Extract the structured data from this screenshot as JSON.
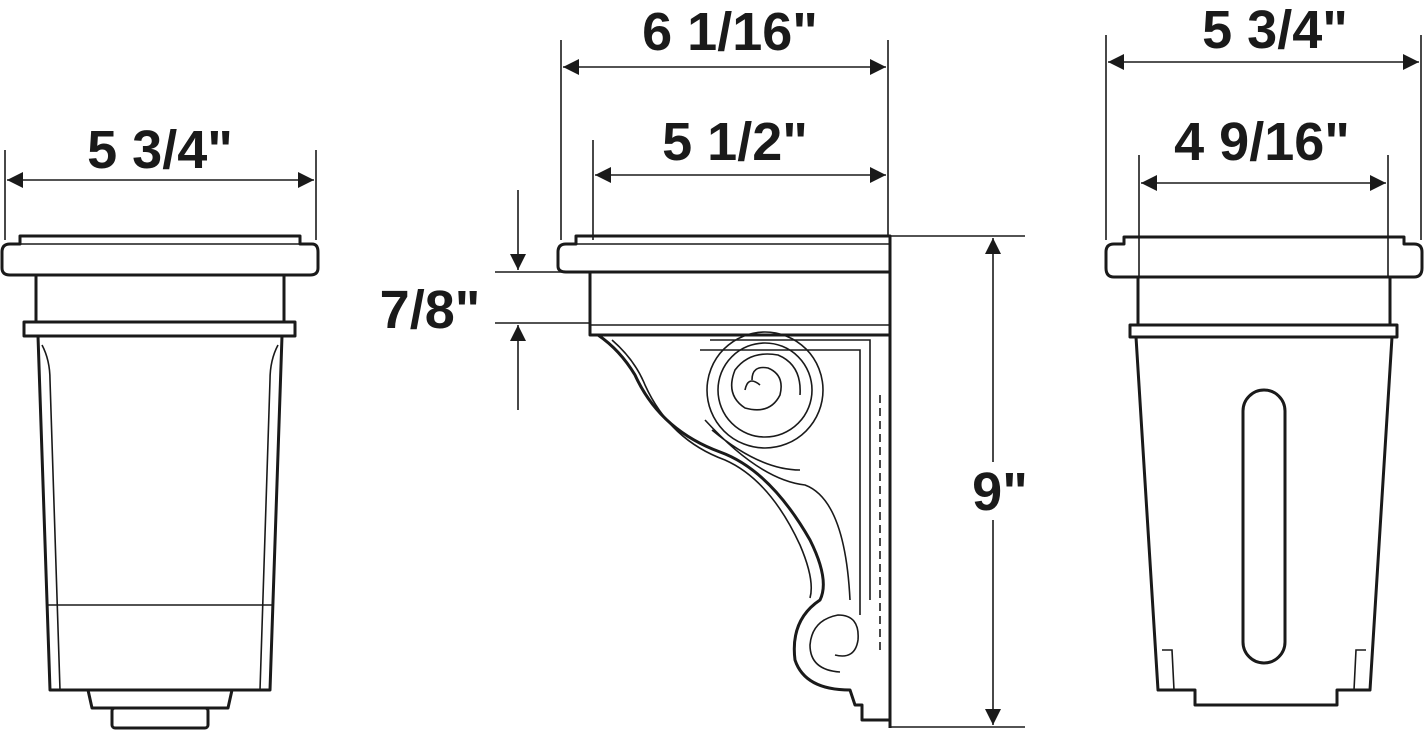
{
  "title": "Bracket dimension drawing",
  "views": {
    "front": {
      "width_label": "5 3/4\""
    },
    "side": {
      "overall_depth_label": "6 1/16\"",
      "top_depth_label": "5 1/2\"",
      "top_thickness_label": "7/8\"",
      "height_label": "9\""
    },
    "back": {
      "width_label": "5 3/4\"",
      "inner_width_label": "4 9/16\""
    }
  }
}
